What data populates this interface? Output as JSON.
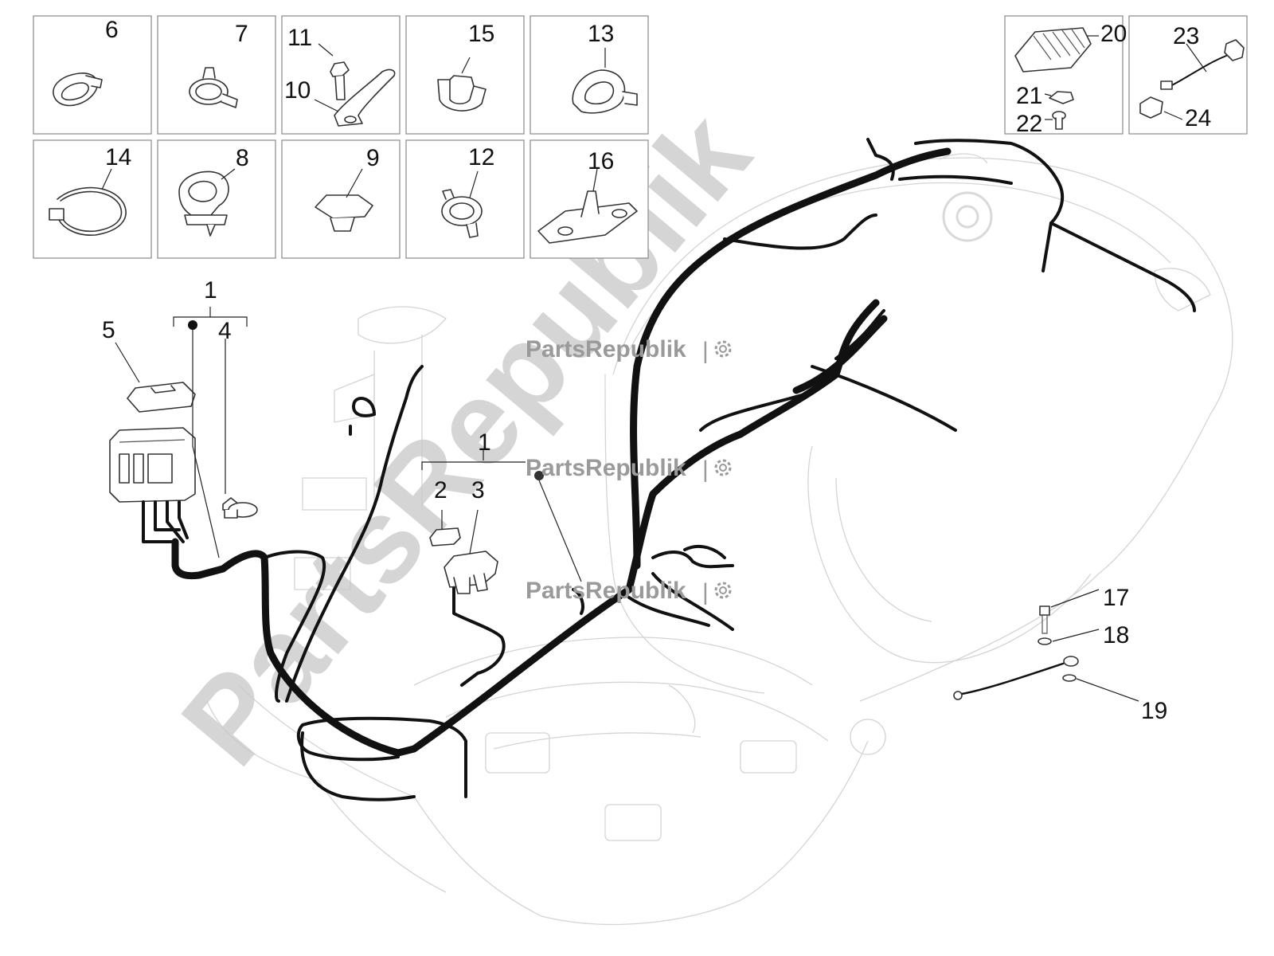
{
  "watermark": {
    "brand": "PartsRepublik",
    "brand_large": "PartsRepublik",
    "gear_icon": "gear-icon"
  },
  "callouts": {
    "c1_top": "1",
    "c1_mid": "1",
    "c2": "2",
    "c3": "3",
    "c4": "4",
    "c5": "5",
    "c6": "6",
    "c7": "7",
    "c8": "8",
    "c9": "9",
    "c10": "10",
    "c11": "11",
    "c12": "12",
    "c13": "13",
    "c14": "14",
    "c15": "15",
    "c16": "16",
    "c17": "17",
    "c18": "18",
    "c19": "19",
    "c20": "20",
    "c21": "21",
    "c22": "22",
    "c23": "23",
    "c24": "24"
  },
  "colors": {
    "harness": "#111111",
    "ghost_outline": "#d4d4d4",
    "watermark": "#c8c8c8",
    "frame": "#8a8a8a"
  }
}
